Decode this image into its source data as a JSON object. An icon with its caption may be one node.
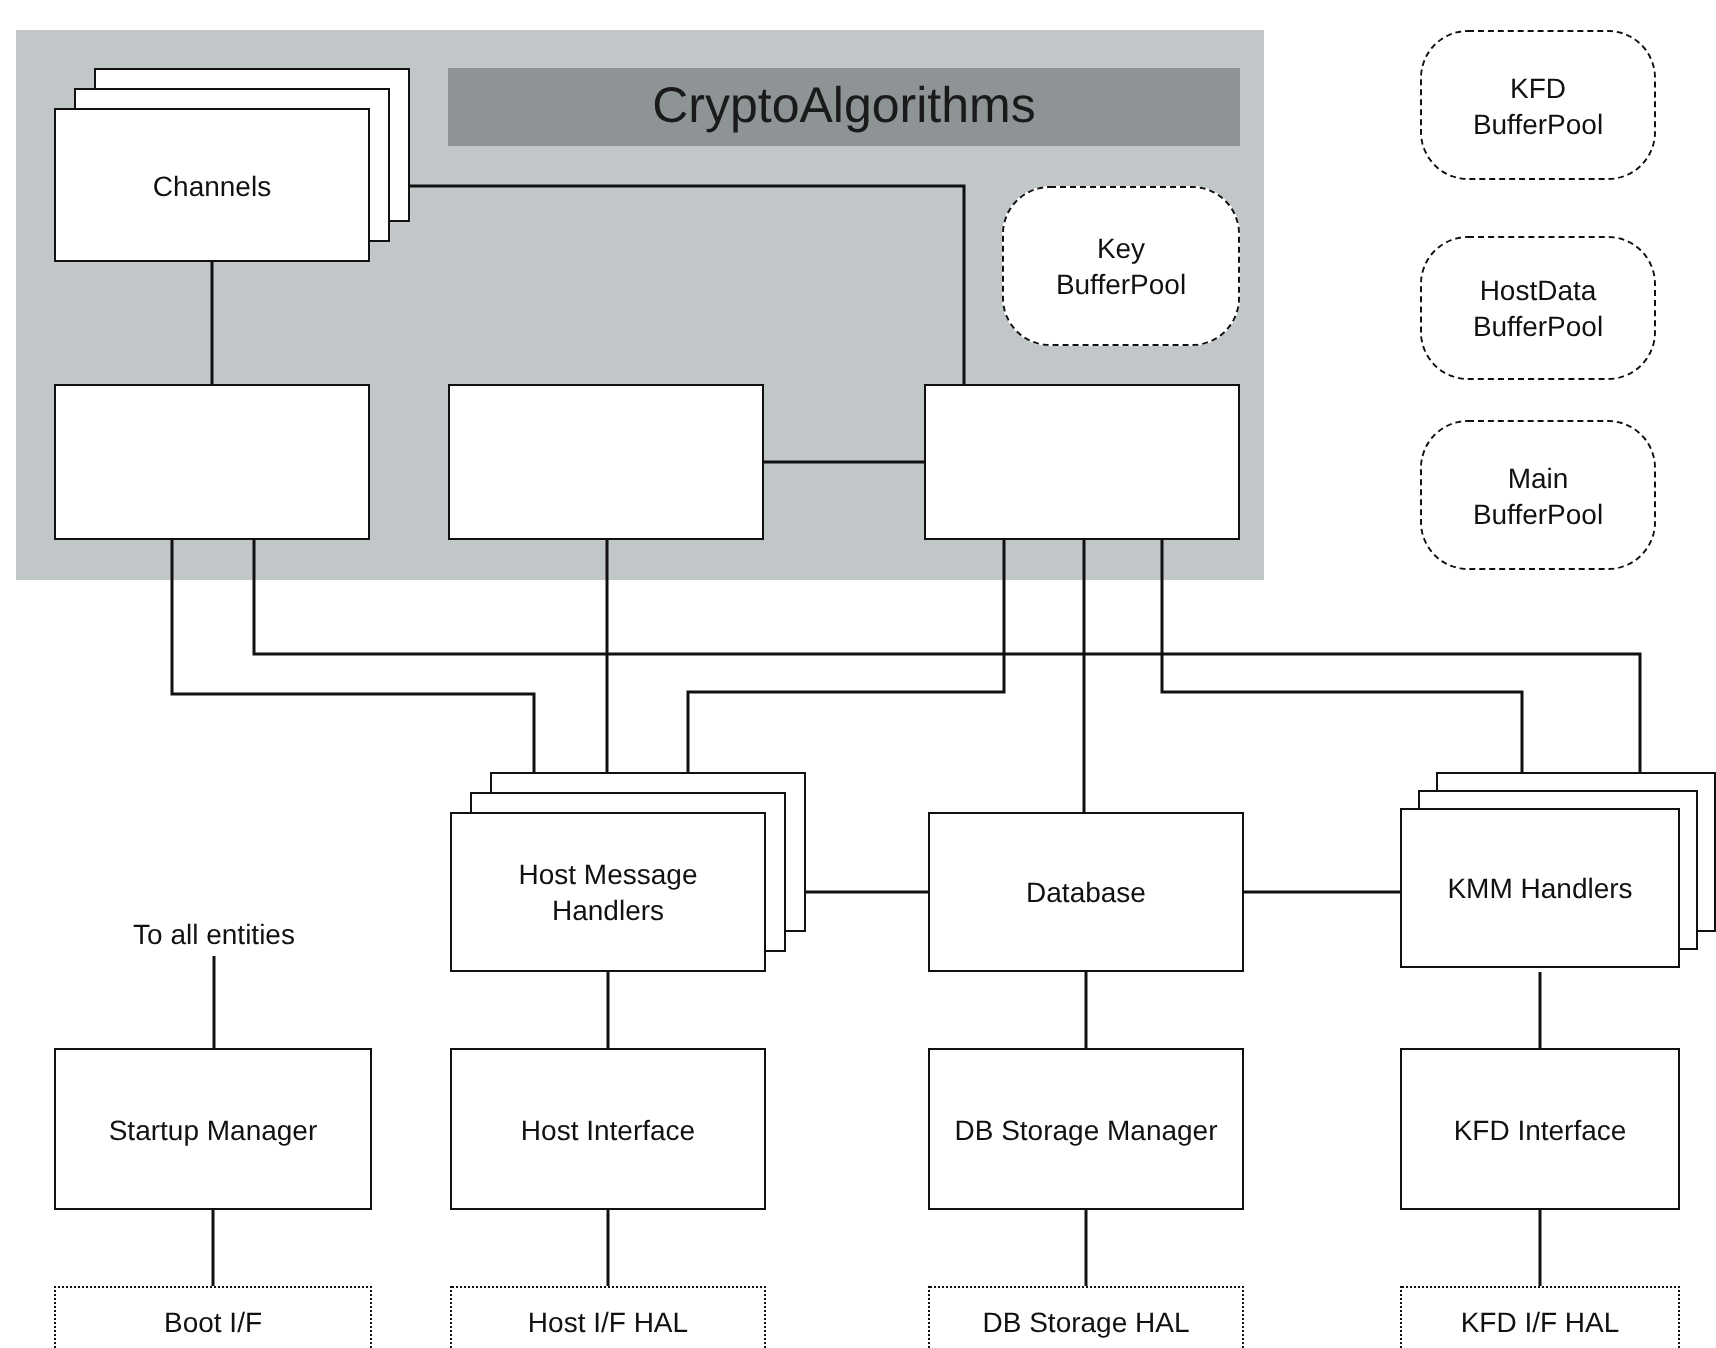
{
  "diagram": {
    "nodes": [
      {
        "text": [
          "CryptoAlgorithms"
        ]
      },
      {
        "text": [
          "Channels"
        ],
        "in": 0
      },
      {
        "text": [
          "Key BufferPool"
        ],
        "in": 0
      },
      {
        "text": [],
        "shape": "box",
        "in": 0
      },
      {
        "text": [],
        "shape": "box",
        "in": 0
      },
      {
        "text": [],
        "shape": "box",
        "in": 0
      },
      {
        "text": [
          "KFD BufferPool"
        ]
      },
      {
        "text": [
          "HostData BufferPool"
        ]
      },
      {
        "text": [
          "Main BufferPool"
        ]
      },
      {
        "text": [
          "To all entities"
        ]
      },
      {
        "text": [
          "Host Message Handlers"
        ]
      },
      {
        "text": [
          "Database"
        ]
      },
      {
        "text": [
          "KMM Handlers"
        ]
      },
      {
        "text": [
          "Startup Manager"
        ]
      },
      {
        "text": [
          "Host Interface"
        ]
      },
      {
        "text": [
          "DB Storage Manager"
        ]
      },
      {
        "text": [
          "KFD Interface"
        ]
      },
      {
        "text": [
          "Boot I/F"
        ]
      },
      {
        "text": [
          "Host I/F HAL"
        ]
      },
      {
        "text": [
          "DB Storage HAL"
        ]
      },
      {
        "text": [
          "KFD I/F HAL"
        ]
      }
    ],
    "edges": [
      {
        "from": 1,
        "to": 3,
        "arrow": "none"
      },
      {
        "from": 1,
        "to": 5,
        "arrow": "none"
      },
      {
        "from": 4,
        "to": 5,
        "arrow": "none"
      },
      {
        "from": 3,
        "to": 10,
        "arrow": "none"
      },
      {
        "from": 3,
        "to": 12,
        "arrow": "none"
      },
      {
        "from": 4,
        "to": 10,
        "arrow": "none"
      },
      {
        "from": 5,
        "to": 10,
        "arrow": "none"
      },
      {
        "from": 5,
        "to": 11,
        "arrow": "none"
      },
      {
        "from": 5,
        "to": 12,
        "arrow": "none"
      },
      {
        "from": 10,
        "to": 11,
        "arrow": "none"
      },
      {
        "from": 11,
        "to": 12,
        "arrow": "none"
      },
      {
        "from": 9,
        "to": 13,
        "arrow": "none"
      },
      {
        "from": 10,
        "to": 14,
        "arrow": "none"
      },
      {
        "from": 11,
        "to": 15,
        "arrow": "none"
      },
      {
        "from": 12,
        "to": 16,
        "arrow": "none"
      },
      {
        "from": 13,
        "to": 17,
        "arrow": "none"
      },
      {
        "from": 14,
        "to": 18,
        "arrow": "none"
      },
      {
        "from": 15,
        "to": 19,
        "arrow": "none"
      },
      {
        "from": 16,
        "to": 20,
        "arrow": "none"
      }
    ]
  }
}
